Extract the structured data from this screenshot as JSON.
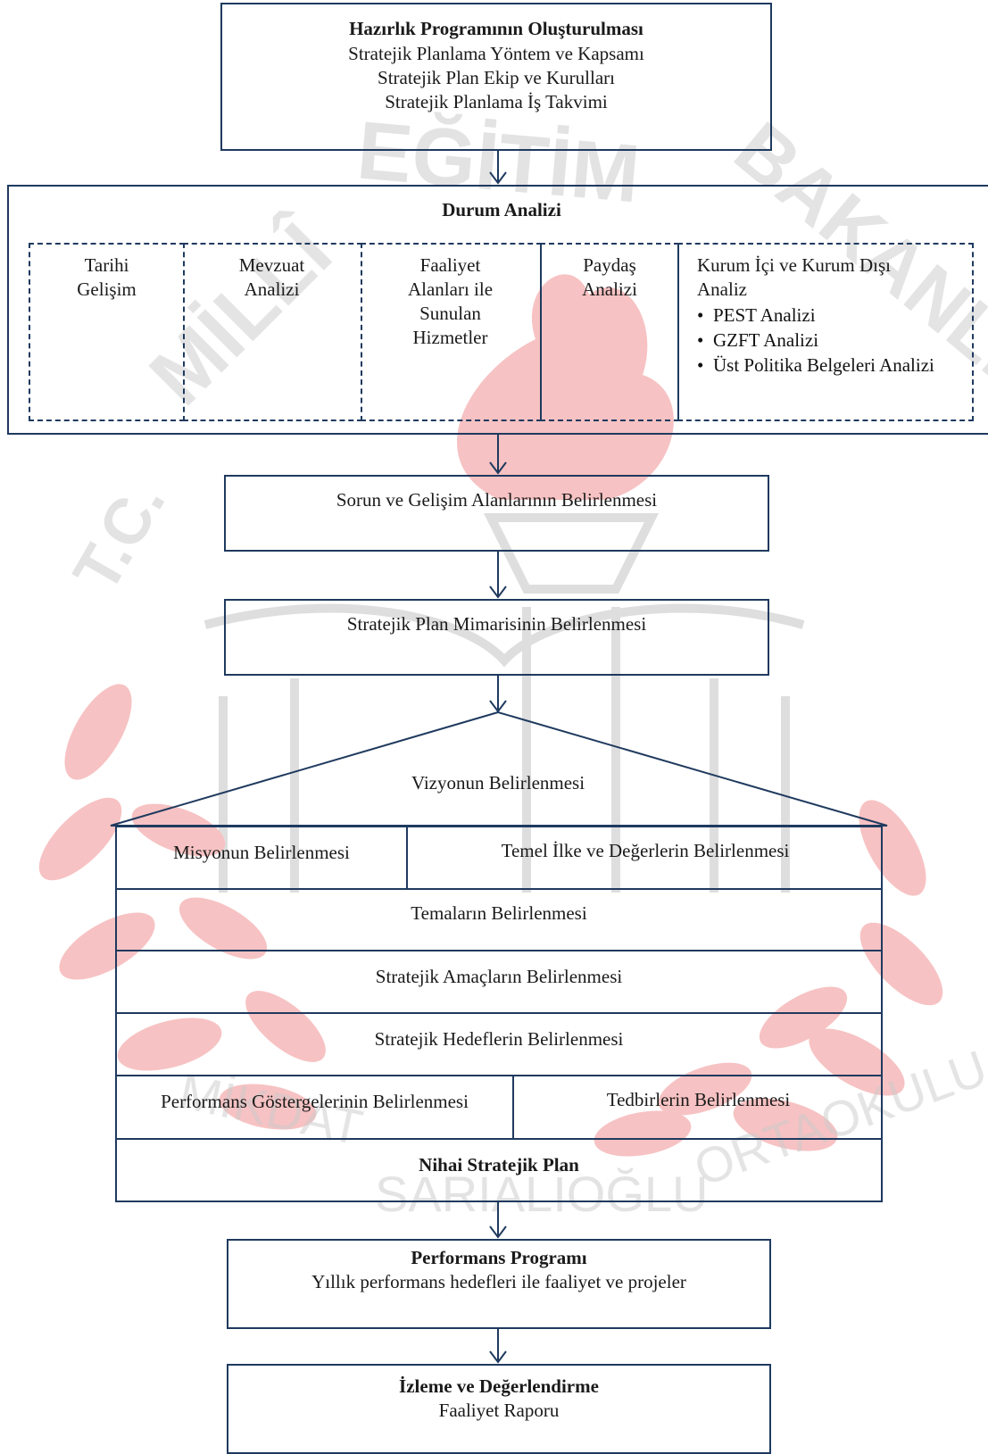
{
  "colors": {
    "border": "#1f3a5f",
    "watermark_red": "#e5474a",
    "watermark_gray": "#c9c9c9",
    "text": "#1a1a1a"
  },
  "hazirlik": {
    "title": "Hazırlık Programının Oluşturulması",
    "lines": [
      "Stratejik Planlama Yöntem ve Kapsamı",
      "Stratejik Plan Ekip ve Kurulları",
      "Stratejik Planlama İş Takvimi"
    ]
  },
  "durum": {
    "title": "Durum Analizi",
    "tarihi": [
      "Tarihi",
      "Gelişim"
    ],
    "mevzuat": [
      "Mevzuat",
      "Analizi"
    ],
    "faaliyet": [
      "Faaliyet",
      "Alanları ile",
      "Sunulan",
      "Hizmetler"
    ],
    "paydas": [
      "Paydaş",
      "Analizi"
    ],
    "kurum": {
      "title_lines": [
        "Kurum İçi ve Kurum Dışı",
        "Analiz"
      ],
      "bullets": [
        "PEST Analizi",
        "GZFT Analizi",
        "Üst Politika Belgeleri Analizi"
      ]
    }
  },
  "sorun": "Sorun ve Gelişim Alanlarının Belirlenmesi",
  "mimari": "Stratejik Plan Mimarisinin Belirlenmesi",
  "vizyon": "Vizyonun Belirlenmesi",
  "misyon": "Misyonun Belirlenmesi",
  "ilke": "Temel İlke ve Değerlerin Belirlenmesi",
  "tema": "Temaların Belirlenmesi",
  "amac": "Stratejik Amaçların Belirlenmesi",
  "hedef": "Stratejik Hedeflerin Belirlenmesi",
  "performans_gosterge": "Performans Göstergelerinin Belirlenmesi",
  "tedbir": "Tedbirlerin Belirlenmesi",
  "nihai": "Nihai Stratejik Plan",
  "performans_program": {
    "title": "Performans Programı",
    "line": "Yıllık performans hedefleri ile faaliyet ve projeler"
  },
  "izleme": {
    "title": "İzleme ve Değerlendirme",
    "line": "Faaliyet Raporu"
  },
  "watermark": {
    "top_arc": [
      "T.C.",
      "MİLLÎ",
      "EĞİTİM",
      "BAKANLIĞI"
    ],
    "bottom_arc": [
      "MİKDAT",
      "SARIALİOĞLU",
      "ORTAOKULU"
    ]
  }
}
